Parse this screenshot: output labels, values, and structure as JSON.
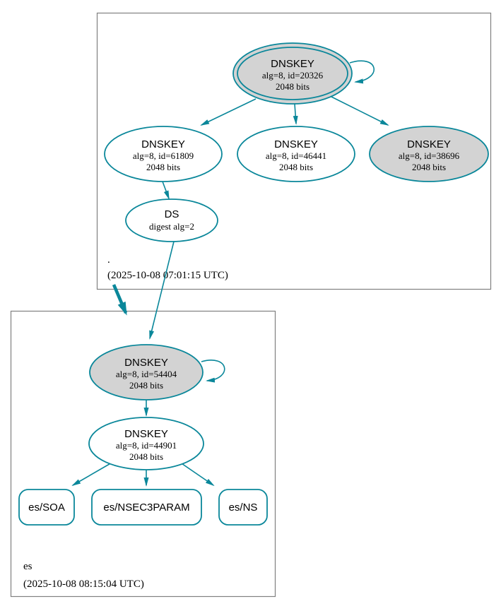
{
  "colors": {
    "edge": "#0a879a",
    "node_fill": "#d3d3d3",
    "box_border": "#808080"
  },
  "zones": {
    "root": {
      "name": ".",
      "timestamp": "(2025-10-08 07:01:15 UTC)"
    },
    "es": {
      "name": "es",
      "timestamp": "(2025-10-08 08:15:04 UTC)"
    }
  },
  "nodes": {
    "dnskey_20326": {
      "title": "DNSKEY",
      "detail": "alg=8, id=20326",
      "size": "2048 bits"
    },
    "dnskey_61809": {
      "title": "DNSKEY",
      "detail": "alg=8, id=61809",
      "size": "2048 bits"
    },
    "dnskey_46441": {
      "title": "DNSKEY",
      "detail": "alg=8, id=46441",
      "size": "2048 bits"
    },
    "dnskey_38696": {
      "title": "DNSKEY",
      "detail": "alg=8, id=38696",
      "size": "2048 bits"
    },
    "ds_root": {
      "title": "DS",
      "detail": "digest alg=2"
    },
    "dnskey_54404": {
      "title": "DNSKEY",
      "detail": "alg=8, id=54404",
      "size": "2048 bits"
    },
    "dnskey_44901": {
      "title": "DNSKEY",
      "detail": "alg=8, id=44901",
      "size": "2048 bits"
    },
    "rrset_soa": {
      "label": "es/SOA"
    },
    "rrset_nsec3param": {
      "label": "es/NSEC3PARAM"
    },
    "rrset_ns": {
      "label": "es/NS"
    }
  }
}
